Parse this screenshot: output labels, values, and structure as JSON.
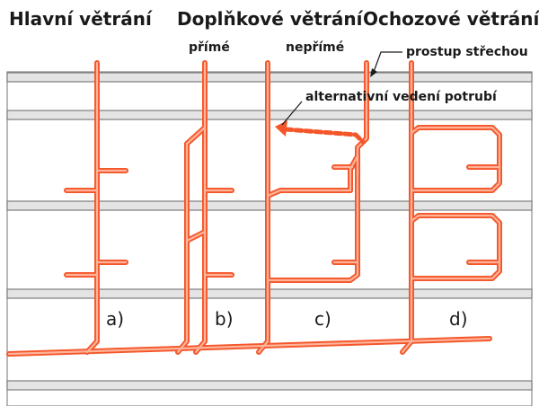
{
  "headings": {
    "main": "Hlavní větrání",
    "additional": "Doplňkové větrání",
    "bypass": "Ochozové větrání"
  },
  "labels": {
    "direct": "přímé",
    "indirect": "nepřímé",
    "roof": "prostup střechou",
    "alternative": "alternativní vedení potrubí"
  },
  "variants": {
    "a": "a)",
    "b": "b)",
    "c": "c)",
    "d": "d)"
  },
  "colors": {
    "pipe": "#f4562a",
    "pipe_highlight": "#ffb49a",
    "slab_fill": "#e4e4e4",
    "slab_edge": "#7c7c7c",
    "text": "#1a1a1a",
    "background": "#ffffff"
  }
}
